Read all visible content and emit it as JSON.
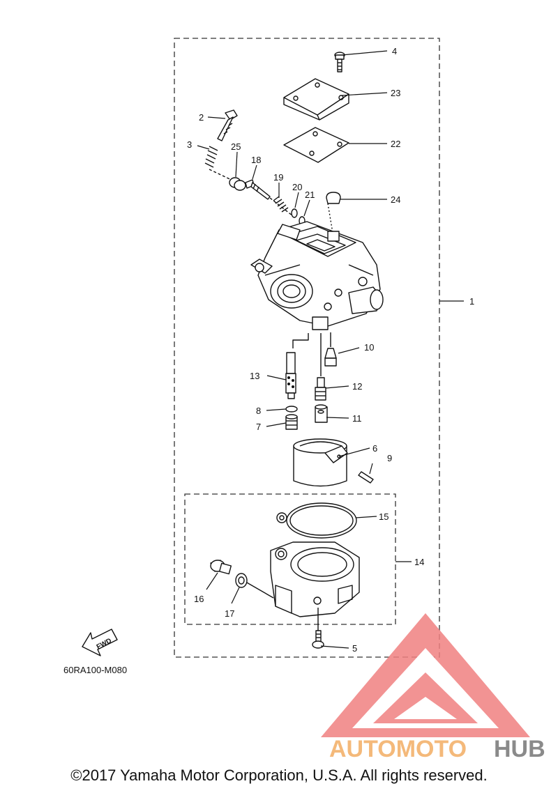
{
  "diagram": {
    "part_code": "60RA100-M080",
    "fwd_label": "FWD",
    "callouts": {
      "c1": "1",
      "c2": "2",
      "c3": "3",
      "c4": "4",
      "c5": "5",
      "c6": "6",
      "c7": "7",
      "c8": "8",
      "c9": "9",
      "c10": "10",
      "c11": "11",
      "c12": "12",
      "c13": "13",
      "c14": "14",
      "c15": "15",
      "c16": "16",
      "c17": "17",
      "c18": "18",
      "c19": "19",
      "c20": "20",
      "c21": "21",
      "c22": "22",
      "c23": "23",
      "c24": "24",
      "c25": "25"
    }
  },
  "watermark": {
    "brand_a": "AUTOMOTO",
    "brand_b": "HUB",
    "color_triangle": "#f08080",
    "color_text_a": "#f4b97a",
    "color_text_b": "#8a8a8a"
  },
  "footer": {
    "copyright": "©2017 Yamaha Motor Corporation, U.S.A. All rights reserved."
  }
}
